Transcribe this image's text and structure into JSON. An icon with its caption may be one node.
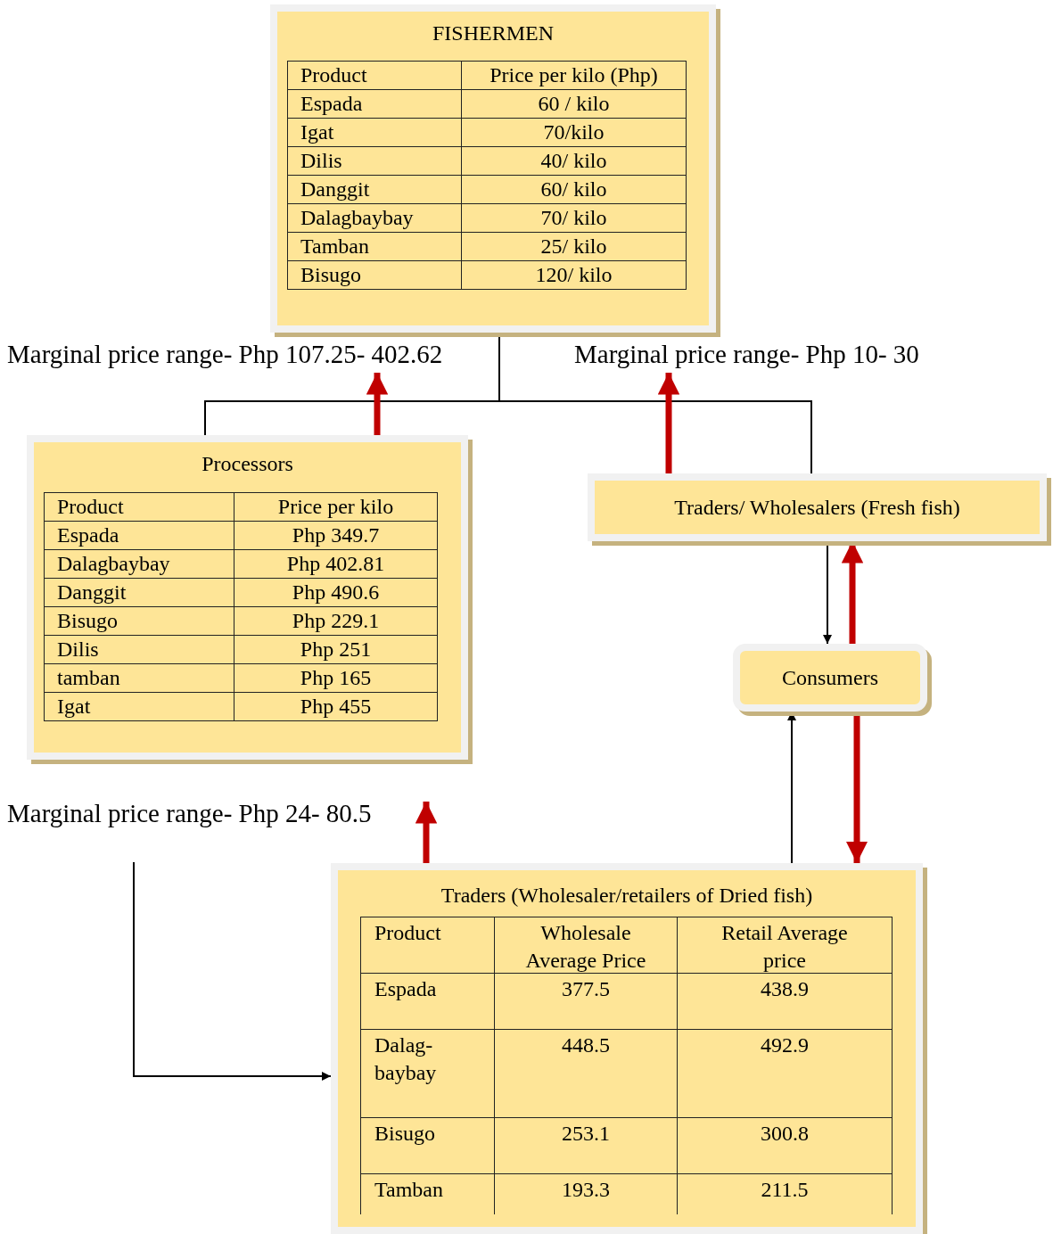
{
  "diagram": {
    "nodes": [
      {
        "text": [
          "FISHERMEN",
          "Product",
          "Price per kilo (Php)",
          "Espada",
          "60 / kilo",
          "Igat",
          "70/kilo",
          "Dilis",
          "40/ kilo",
          "Danggit",
          "60/ kilo",
          "Dalagbaybay",
          "70/ kilo",
          "Tamban",
          "25/ kilo",
          "Bisugo",
          "120/ kilo"
        ]
      },
      {
        "text": [
          "Processors",
          "Product",
          "Price per kilo",
          "Espada",
          "Php 349.7",
          "Dalagbaybay",
          "Php 402.81",
          "Danggit",
          "Php 490.6",
          "Bisugo",
          "Php 229.1",
          "Dilis",
          "Php 251",
          "tamban",
          "Php 165",
          "Igat",
          "Php 455"
        ]
      },
      {
        "text": [
          "Traders/ Wholesalers (Fresh fish)"
        ]
      },
      {
        "text": [
          "Consumers"
        ]
      },
      {
        "text": [
          "Traders (Wholesaler/retailers of Dried fish)",
          "Product",
          "Wholesale Average Price",
          "Retail Average price",
          "Espada",
          "377.5",
          "438.9",
          "Dalag- baybay",
          "448.5",
          "492.9",
          "Bisugo",
          "253.1",
          "300.8",
          "Tamban",
          "193.3",
          "211.5"
        ]
      },
      {
        "text": [
          "Marginal price range- Php 107.25- 402.62"
        ]
      },
      {
        "text": [
          "Marginal price range- Php 10- 30"
        ]
      },
      {
        "text": [
          "Marginal price range- Php 24- 80.5"
        ]
      }
    ],
    "edges": [
      {
        "from": 0,
        "to": 1,
        "arrow": "none"
      },
      {
        "from": 0,
        "to": 2,
        "arrow": "none"
      },
      {
        "from": 1,
        "to": 5,
        "arrow": "to",
        "style": "thick",
        "color": "#c00000"
      },
      {
        "from": 2,
        "to": 6,
        "arrow": "to",
        "style": "thick",
        "color": "#c00000"
      },
      {
        "from": 2,
        "to": 3,
        "arrow": "to"
      },
      {
        "from": 3,
        "to": 2,
        "arrow": "to",
        "style": "thick",
        "color": "#c00000"
      },
      {
        "from": 4,
        "to": 3,
        "arrow": "to"
      },
      {
        "from": 3,
        "to": 4,
        "arrow": "to",
        "style": "thick",
        "color": "#c00000"
      },
      {
        "from": 4,
        "to": 7,
        "arrow": "to",
        "style": "thick",
        "color": "#c00000"
      },
      {
        "from": null,
        "to": 4,
        "arrow": "to"
      }
    ]
  }
}
